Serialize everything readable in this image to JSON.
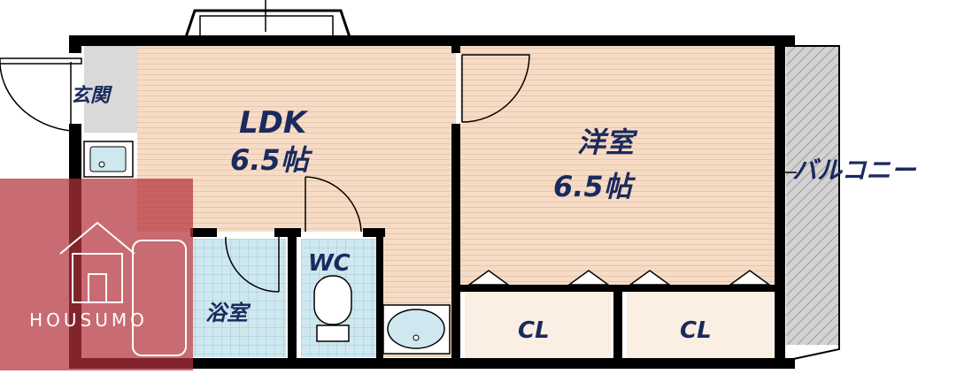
{
  "rooms": {
    "genkan": "玄関",
    "ldk_name": "LDK",
    "ldk_size": "6.5帖",
    "yoshitsu_name": "洋室",
    "yoshitsu_size": "6.5帖",
    "wc": "WC",
    "bath": "浴室",
    "closet_1": "CL",
    "closet_2": "CL",
    "balcony": "バルコニー"
  },
  "watermark": {
    "brand": "HOUSUMO"
  },
  "colors": {
    "wall": "#000000",
    "floor": "#f6dcc6",
    "floor_line": "#e6c3a6",
    "bath_tile": "#cfe8ef",
    "balcony": "#bcbcbc",
    "label": "#1a2a5e",
    "watermark": "#b4323c"
  }
}
